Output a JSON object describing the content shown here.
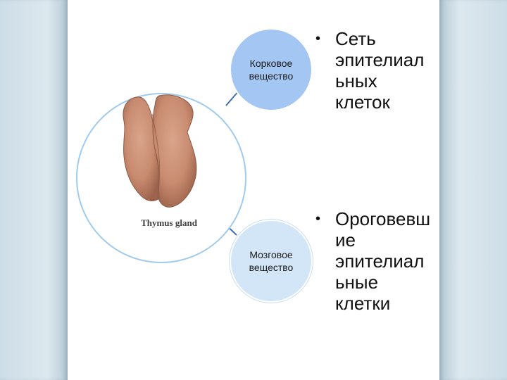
{
  "diagram": {
    "figure_caption": "Thymus gland",
    "nodes": [
      {
        "id": "cortex",
        "label": "Корковое вещество"
      },
      {
        "id": "medulla",
        "label": "Мозговое вещество"
      }
    ],
    "bullets": [
      {
        "marker": "•",
        "text": "Сеть\nэпителиал\nьных\nклеток"
      },
      {
        "marker": "•",
        "text": "Ороговевш\nие\nэпителиал\nьные\nклетки"
      }
    ]
  },
  "colors": {
    "cortex_fill": "#a4c6f3",
    "medulla_fill": "#d3e6f8",
    "main_circle_stroke": "#9fcbee",
    "connector": "#3f6fb5"
  }
}
